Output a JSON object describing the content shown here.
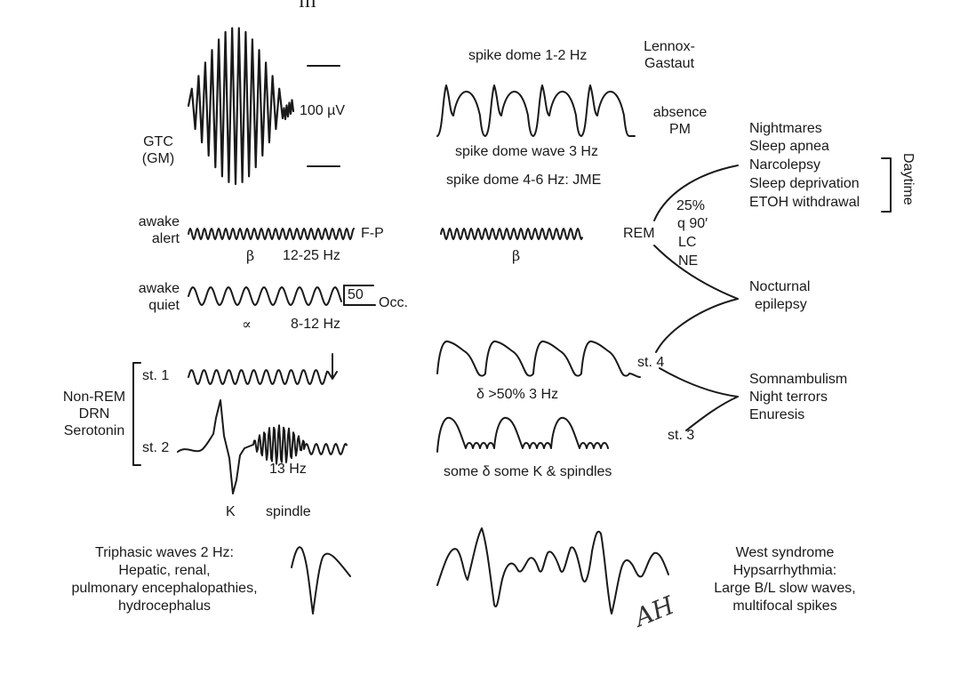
{
  "header_fragment": "III",
  "gtc": {
    "scale_label": "100 µV",
    "label_line1": "GTC",
    "label_line2": "(GM)"
  },
  "awake_alert": {
    "label_line1": "awake",
    "label_line2": "alert",
    "region": "F-P",
    "greek": "β",
    "freq": "12-25 Hz"
  },
  "awake_quiet": {
    "label_line1": "awake",
    "label_line2": "quiet",
    "scale": "50",
    "region": "Occ.",
    "greek": "∝",
    "freq": "8-12 Hz"
  },
  "non_rem": {
    "label_line1": "Non-REM",
    "label_line2": "DRN",
    "label_line3": "Serotonin",
    "st1": "st. 1",
    "st2": "st. 2",
    "spindle_freq": "13 Hz",
    "k_label": "K",
    "spindle_label": "spindle"
  },
  "triphasic": {
    "line1": "Triphasic waves 2 Hz:",
    "line2": "Hepatic, renal,",
    "line3": "pulmonary encephalopathies,",
    "line4": "hydrocephalus"
  },
  "spike_dome": {
    "top_label": "spike dome 1-2 Hz",
    "lennox_line1": "Lennox-",
    "lennox_line2": "Gastaut",
    "absence_line1": "absence",
    "absence_line2": "PM",
    "wave3": "spike dome wave 3 Hz",
    "jme": "spike dome 4-6 Hz: JME"
  },
  "rem": {
    "beta": "β",
    "label": "REM",
    "pct": "25%",
    "interval": "q 90′",
    "lc": "LC",
    "ne": "NE"
  },
  "delta": {
    "st4": "st. 4",
    "st4_caption": "δ >50%  3 Hz",
    "st3": "st. 3",
    "st3_caption": "some δ  some K & spindles"
  },
  "right_column": {
    "nightmares": "Nightmares",
    "sleep_apnea": "Sleep apnea",
    "narcolepsy": "Narcolepsy",
    "sleep_deprivation": "Sleep deprivation",
    "etoh": "ETOH withdrawal",
    "daytime": "Daytime",
    "nocturnal_line1": "Nocturnal",
    "nocturnal_line2": "epilepsy",
    "somnambulism": "Somnambulism",
    "night_terrors": "Night terrors",
    "enuresis": "Enuresis"
  },
  "west": {
    "line1": "West syndrome",
    "line2": "Hypsarrhythmia:",
    "line3": "Large B/L slow waves,",
    "line4": "multifocal spikes",
    "signature": "AH"
  }
}
